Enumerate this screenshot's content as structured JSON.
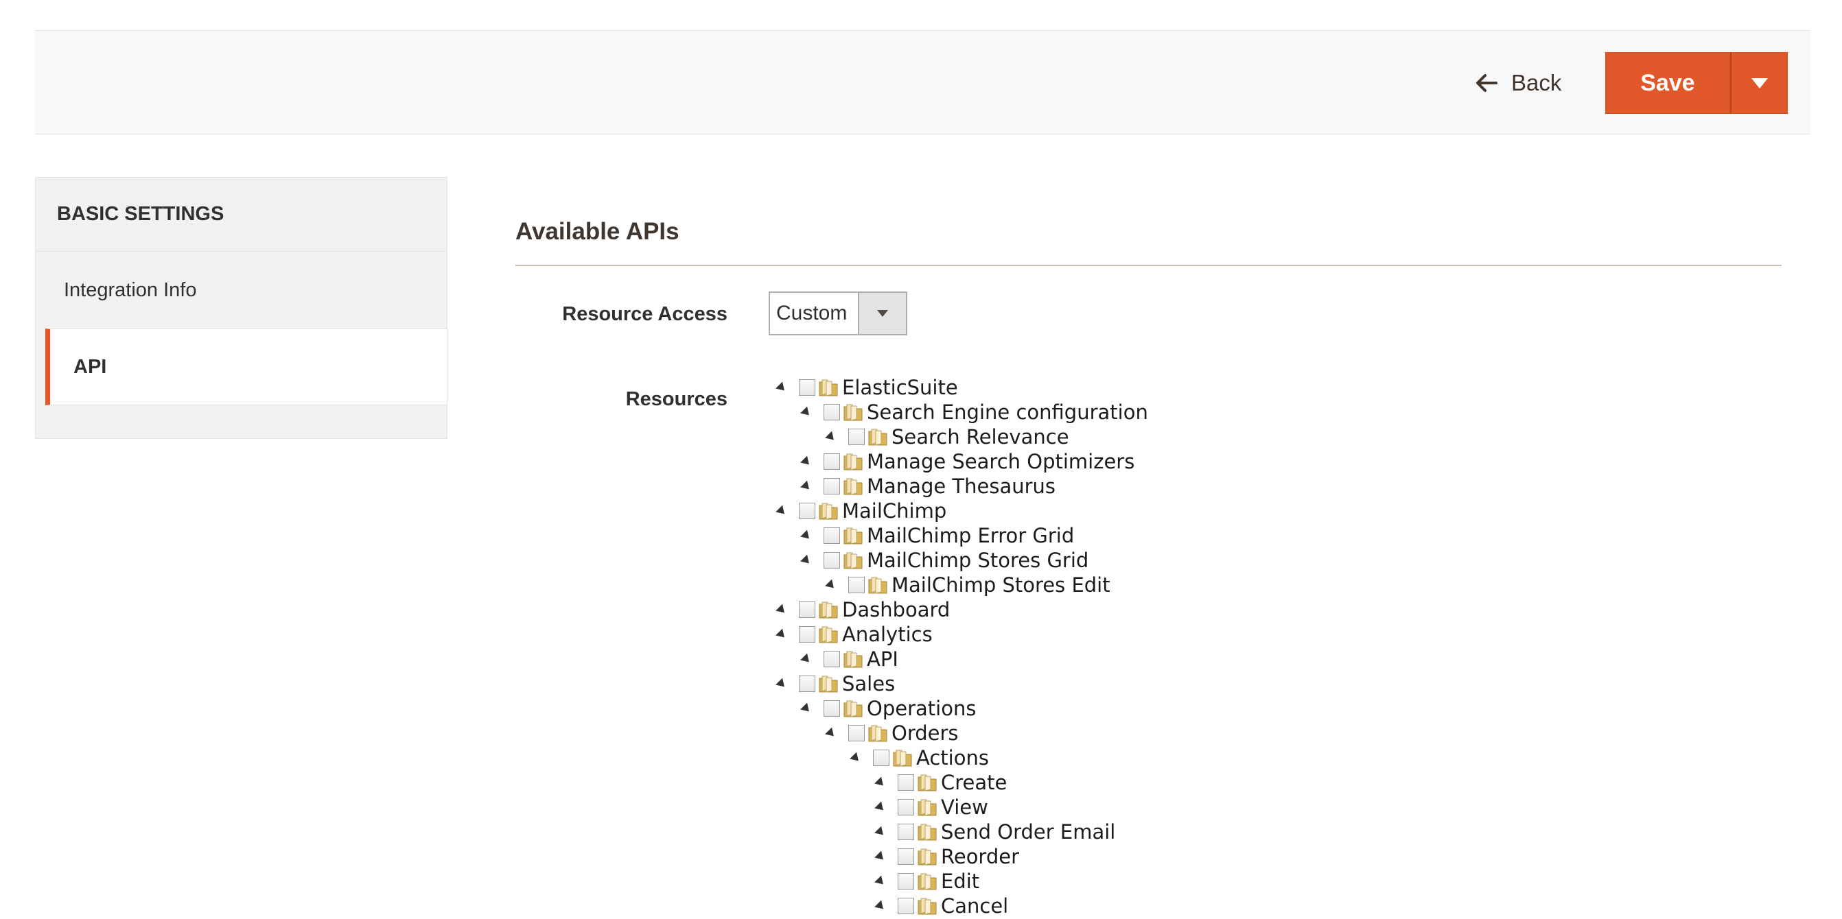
{
  "header": {
    "back_label": "Back",
    "save_label": "Save",
    "accent_color": "#e0582a"
  },
  "sidebar": {
    "title": "BASIC SETTINGS",
    "items": [
      {
        "label": "Integration Info",
        "active": false
      },
      {
        "label": "API",
        "active": true
      }
    ]
  },
  "main": {
    "section_title": "Available APIs",
    "resource_access": {
      "label": "Resource Access",
      "value": "Custom"
    },
    "resources": {
      "label": "Resources",
      "tree": [
        {
          "label": "ElasticSuite",
          "depth": 0
        },
        {
          "label": "Search Engine configuration",
          "depth": 1
        },
        {
          "label": "Search Relevance",
          "depth": 2
        },
        {
          "label": "Manage Search Optimizers",
          "depth": 1
        },
        {
          "label": "Manage Thesaurus",
          "depth": 1
        },
        {
          "label": "MailChimp",
          "depth": 0
        },
        {
          "label": "MailChimp Error Grid",
          "depth": 1
        },
        {
          "label": "MailChimp Stores Grid",
          "depth": 1
        },
        {
          "label": "MailChimp Stores Edit",
          "depth": 2
        },
        {
          "label": "Dashboard",
          "depth": 0
        },
        {
          "label": "Analytics",
          "depth": 0
        },
        {
          "label": "API",
          "depth": 1
        },
        {
          "label": "Sales",
          "depth": 0
        },
        {
          "label": "Operations",
          "depth": 1
        },
        {
          "label": "Orders",
          "depth": 2
        },
        {
          "label": "Actions",
          "depth": 3
        },
        {
          "label": "Create",
          "depth": 4
        },
        {
          "label": "View",
          "depth": 4
        },
        {
          "label": "Send Order Email",
          "depth": 4
        },
        {
          "label": "Reorder",
          "depth": 4
        },
        {
          "label": "Edit",
          "depth": 4
        },
        {
          "label": "Cancel",
          "depth": 4
        }
      ]
    }
  }
}
